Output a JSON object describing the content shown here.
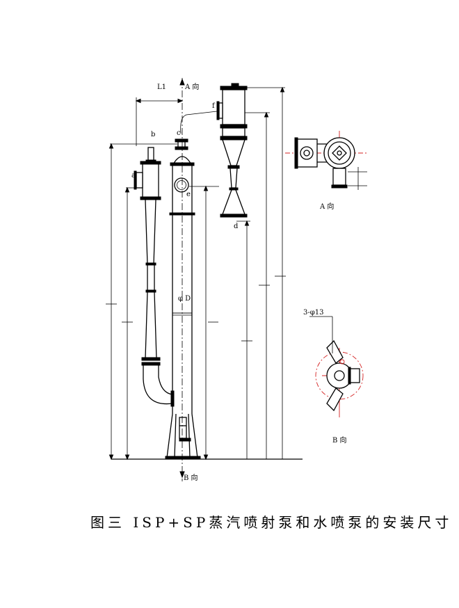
{
  "caption": "图三 ISP+SP蒸汽喷射泵和水喷泵的安装尺寸",
  "labels": {
    "a_view_top": "A 向",
    "a_view_side": "A 向",
    "b_view_bottom": "B 向",
    "b_view_side": "B 向",
    "dim_L1": "L1",
    "hole_spec": "3-φ13",
    "port_a": "a",
    "port_b": "b",
    "port_c": "c",
    "port_d": "d",
    "port_e": "e",
    "port_f": "f",
    "diameter_D": "φ D"
  },
  "colors": {
    "line": "#000000",
    "centerline": "#d42020"
  }
}
